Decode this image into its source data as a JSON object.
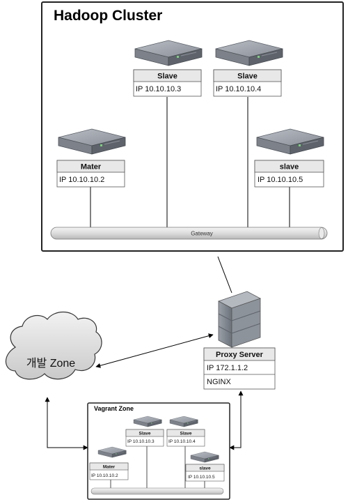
{
  "hadoop_cluster": {
    "title": "Hadoop Cluster",
    "nodes": [
      {
        "role": "Slave",
        "ip": "IP 10.10.10.3"
      },
      {
        "role": "Slave",
        "ip": "IP 10.10.10.4"
      },
      {
        "role": "Mater",
        "ip": "IP 10.10.10.2"
      },
      {
        "role": "slave",
        "ip": "IP 10.10.10.5"
      }
    ],
    "gateway_label": "Gateway"
  },
  "proxy": {
    "title": "Proxy Server",
    "ip": "IP 172.1.1.2",
    "software": "NGINX"
  },
  "dev_zone": {
    "label": "개발 Zone"
  },
  "vagrant_zone": {
    "title": "Vagrant Zone",
    "nodes": [
      {
        "role": "Slave",
        "ip": "IP 10.10.10.3"
      },
      {
        "role": "Slave",
        "ip": "IP 10.10.10.4"
      },
      {
        "role": "Mater",
        "ip": "IP 10.10.10.2"
      },
      {
        "role": "slave",
        "ip": "IP 10.10.10.5"
      }
    ]
  }
}
